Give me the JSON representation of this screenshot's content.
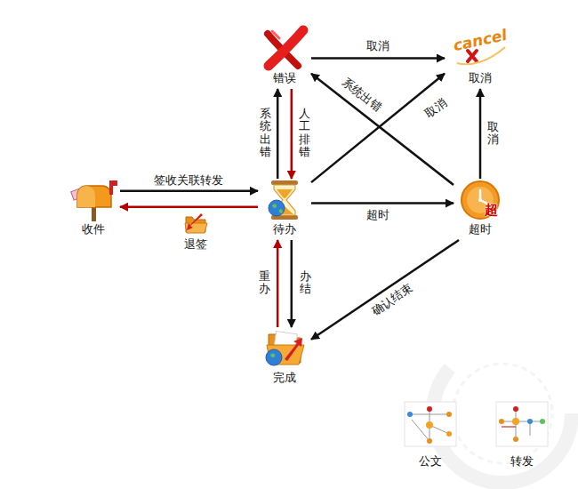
{
  "diagram": {
    "nodes": [
      {
        "text": [
          "错误"
        ]
      },
      {
        "text": [
          "cancel",
          "取消"
        ]
      },
      {
        "text": [
          "收件"
        ]
      },
      {
        "text": [
          "待办"
        ]
      },
      {
        "text": [
          "超",
          "超时"
        ]
      },
      {
        "text": [
          "完成"
        ]
      }
    ],
    "edges": [
      {
        "from": 0,
        "to": 1,
        "label": "取消",
        "arrow": "to"
      },
      {
        "from": 3,
        "to": 0,
        "label": "系统出错",
        "arrow": "to"
      },
      {
        "from": 0,
        "to": 3,
        "label": "人工排错",
        "arrow": "to"
      },
      {
        "from": 3,
        "to": 1,
        "label": "取消",
        "arrow": "to"
      },
      {
        "from": 4,
        "to": 0,
        "label": "系统出错",
        "arrow": "to"
      },
      {
        "from": 4,
        "to": 1,
        "label": "取消",
        "arrow": "to"
      },
      {
        "from": 2,
        "to": 3,
        "label": "签收关联转发",
        "arrow": "to"
      },
      {
        "from": 3,
        "to": 2,
        "label": "退签",
        "arrow": "to"
      },
      {
        "from": 3,
        "to": 4,
        "label": "超时",
        "arrow": "to"
      },
      {
        "from": 4,
        "to": 5,
        "label": "确认结束",
        "arrow": "to"
      },
      {
        "from": 3,
        "to": 5,
        "label": "办结",
        "arrow": "to"
      },
      {
        "from": 5,
        "to": 3,
        "label": "重办",
        "arrow": "to"
      }
    ],
    "labels": [
      "公文",
      "转发"
    ]
  }
}
